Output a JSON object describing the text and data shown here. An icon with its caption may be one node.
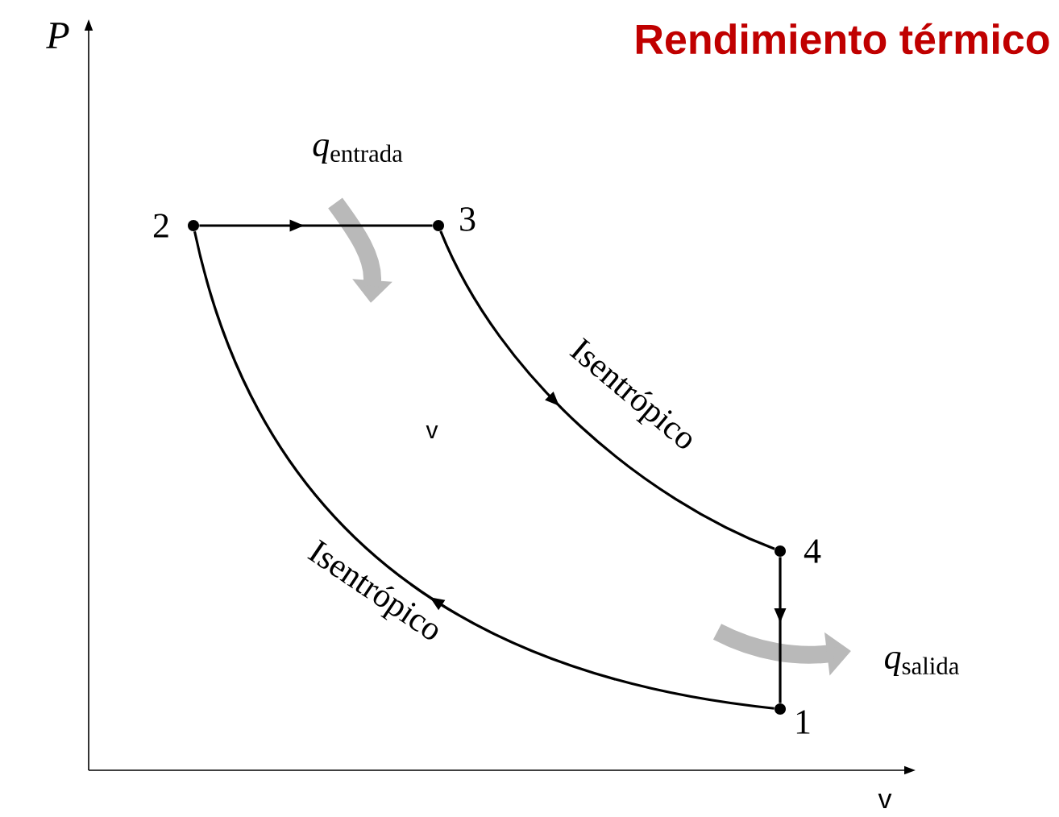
{
  "diagram": {
    "title": "Rendimiento térmico",
    "nodes": [
      {
        "text": [],
        "shape": "circle",
        "beside": [
          "2"
        ]
      },
      {
        "text": [],
        "shape": "circle",
        "beside": [
          "3"
        ]
      },
      {
        "text": [],
        "shape": "circle",
        "beside": [
          "4"
        ]
      },
      {
        "text": [],
        "shape": "circle",
        "beside": [
          "1"
        ]
      }
    ],
    "edges": [
      {
        "from": 0,
        "to": 1,
        "arrow": "to"
      },
      {
        "from": 1,
        "to": 2,
        "arrow": "to",
        "label": "Isentrópico"
      },
      {
        "from": 2,
        "to": 3,
        "arrow": "to"
      },
      {
        "from": 3,
        "to": 0,
        "arrow": "to",
        "label": "Isentrópico"
      }
    ],
    "labels": [
      "P",
      "*q*$_{entrada}$",
      "v",
      "*q*$_{salida}$",
      "v"
    ]
  }
}
